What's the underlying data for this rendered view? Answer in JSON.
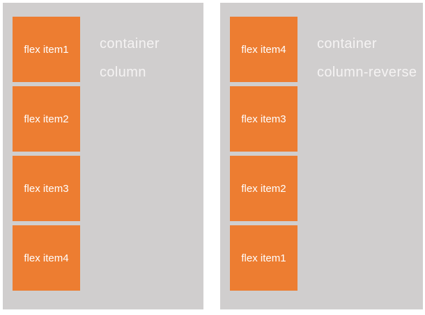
{
  "colors": {
    "panel_bg": "#d0cece",
    "item_bg": "#ed7d31",
    "item_text": "#ffffff",
    "label_text": "#f5f3f3"
  },
  "panels": [
    {
      "labels": {
        "line1": "container",
        "line2": "column"
      },
      "items": [
        "flex item1",
        "flex item2",
        "flex item3",
        "flex item4"
      ]
    },
    {
      "labels": {
        "line1": "container",
        "line2": "column-reverse"
      },
      "items": [
        "flex item4",
        "flex item3",
        "flex item2",
        "flex item1"
      ]
    }
  ]
}
